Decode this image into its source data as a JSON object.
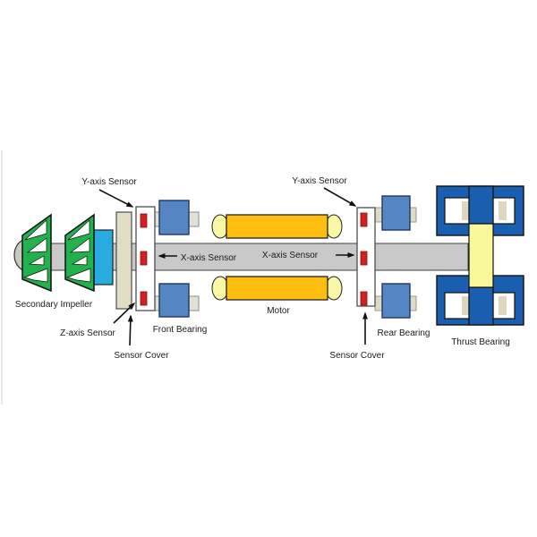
{
  "labels": {
    "secondary_impeller": "Secondary Impeller",
    "y_axis_sensor_front": "Y-axis Sensor",
    "y_axis_sensor_rear": "Y-axis Sensor",
    "z_axis_sensor": "Z-axis Sensor",
    "x_axis_sensor_front": "X-axis Sensor",
    "x_axis_sensor_rear": "X-axis Sensor",
    "sensor_cover_front": "Sensor Cover",
    "sensor_cover_rear": "Sensor Cover",
    "front_bearing": "Front Bearing",
    "motor": "Motor",
    "rear_bearing": "Rear Bearing",
    "thrust_bearing": "Thrust Bearing"
  },
  "colors": {
    "impeller_green": "#22B14C",
    "hub_cyan": "#29ABE2",
    "shaft_gray": "#C9C9C9",
    "cap_gray": "#CBC8C0",
    "disk_beige": "#E1DDC5",
    "stub_front": "#E3E0D6",
    "stub_rear": "#DEDAC4",
    "white": "#FFFFFF",
    "sensor_red": "#D42020",
    "bearing_blue": "#5585C2",
    "thrust_blue": "#1A5FAF",
    "motor_orange": "#FFBD10",
    "motor_cap_yellow": "#F9F8A6",
    "thrust_plate_yellow": "#F8F89B",
    "thrust_pad_beige": "#DCD7BE"
  }
}
